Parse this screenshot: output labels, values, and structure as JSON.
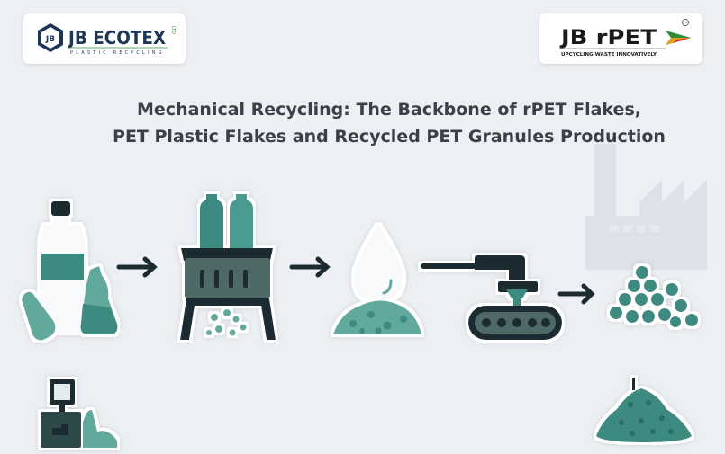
{
  "logos": {
    "left": {
      "name": "JB ECOTEX",
      "suffix": "LTD",
      "tagline": "PLASTIC RECYCLING"
    },
    "right": {
      "name": "JB rPET",
      "tagline": "UPCYCLING WASTE INNOVATIVELY",
      "mark": "TM"
    }
  },
  "title": {
    "line1": "Mechanical Recycling: The Backbone of rPET Flakes,",
    "line2": "PET Plastic Flakes and Recycled PET Granules Production"
  },
  "colors": {
    "background": "#eceff3",
    "dark": "#1c2b30",
    "teal": "#3e8a80",
    "light_teal": "#62a99d",
    "slate": "#4f6b66",
    "brand_navy": "#1d3557",
    "brand_green": "#2e8b3a"
  },
  "process_steps": [
    {
      "icon": "pet-bottles-icon"
    },
    {
      "icon": "shredder-icon"
    },
    {
      "icon": "washing-drop-icon"
    },
    {
      "icon": "extruder-conveyor-icon"
    },
    {
      "icon": "granules-pile-icon"
    }
  ]
}
